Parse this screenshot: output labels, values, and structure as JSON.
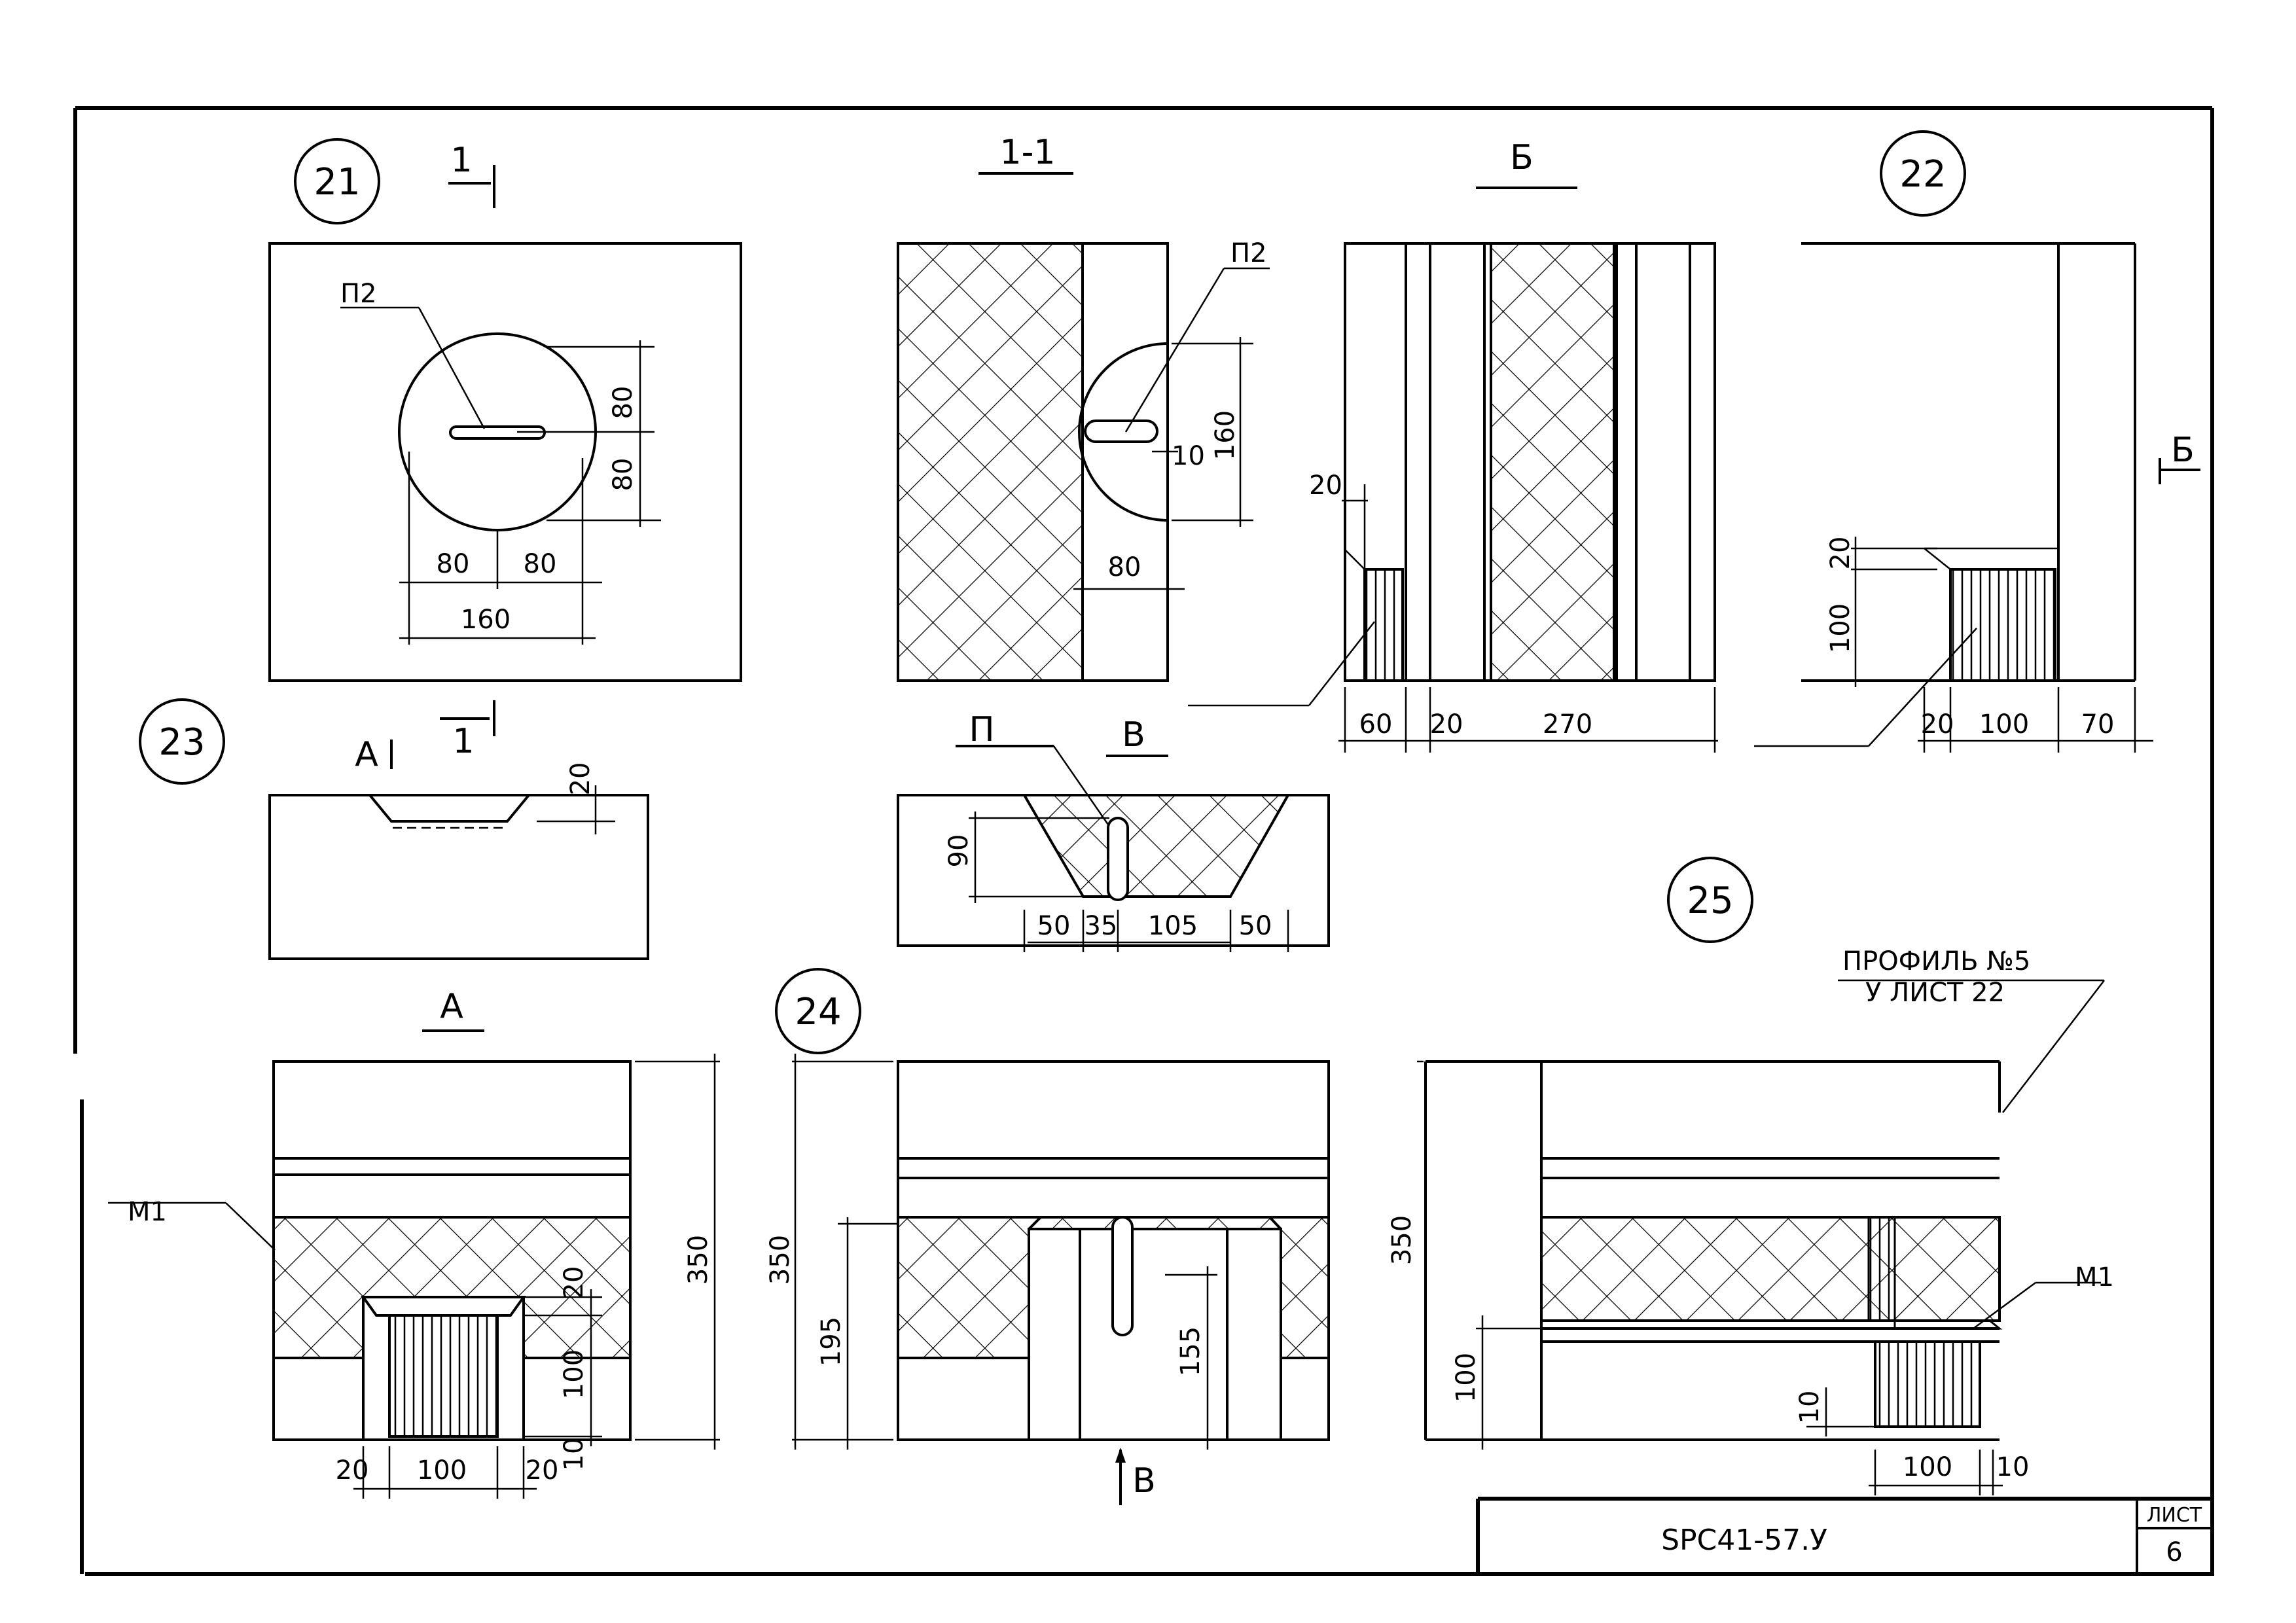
{
  "views": {
    "n21": "21",
    "n22": "22",
    "n23": "23",
    "n24": "24",
    "n25": "25",
    "sec11": "1-1",
    "viewB": "Б",
    "viewA": "А",
    "viewV": "В",
    "cut1": "1"
  },
  "labels": {
    "p2": "П2",
    "p": "П",
    "m1": "М1",
    "arrowA": "А",
    "arrowB": "Б",
    "arrowV": "В",
    "profile1": "ПРОФИЛЬ №5",
    "profile2": "У ЛИСТ 22"
  },
  "dims": {
    "d80": "80",
    "d160": "160",
    "d10": "10",
    "d20": "20",
    "d60": "60",
    "d270": "270",
    "d100": "100",
    "d70": "70",
    "d90": "90",
    "d50": "50",
    "d35": "35",
    "d105": "105",
    "d350": "350",
    "d195": "195",
    "d155": "155"
  },
  "title_block": {
    "code": "SPC41-57.У",
    "sheet_label": "ЛИСТ",
    "sheet_no": "6"
  },
  "colors": {
    "ink": "#000000",
    "paper": "#ffffff"
  }
}
